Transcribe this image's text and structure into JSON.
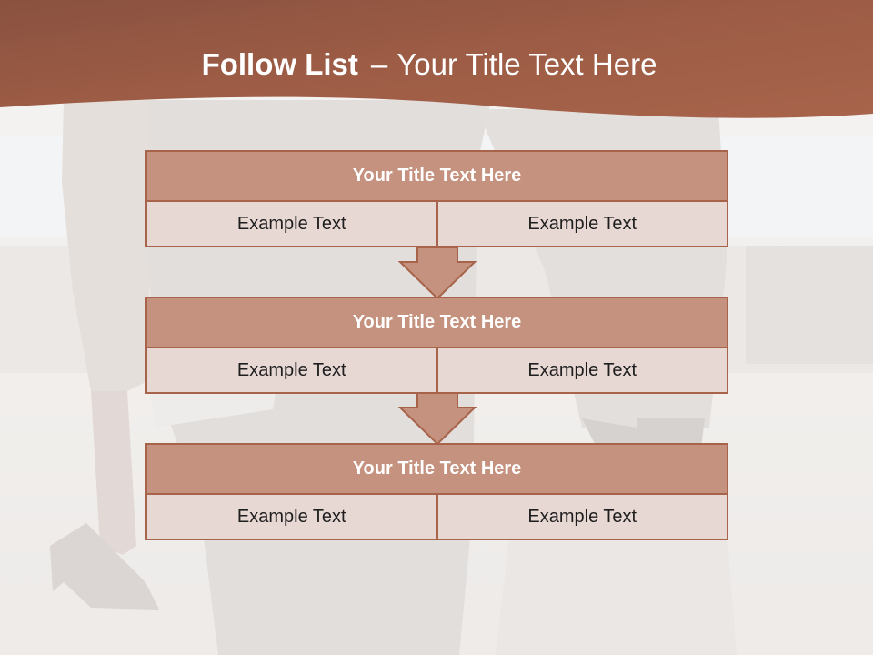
{
  "slide": {
    "title_bold": "Follow List",
    "title_separator": "–",
    "title_rest": "Your Title Text Here",
    "accent_color": "#a8644b",
    "header_color": "#7a4331",
    "title_fill_color": "#c4927e",
    "cell_fill_color": "#e8d8d4"
  },
  "steps": [
    {
      "title": "Your Title Text Here",
      "left": "Example Text",
      "right": "Example Text"
    },
    {
      "title": "Your Title Text Here",
      "left": "Example Text",
      "right": "Example Text"
    },
    {
      "title": "Your Title Text Here",
      "left": "Example Text",
      "right": "Example Text"
    }
  ],
  "icons": {
    "connector": "down-arrow-icon",
    "background": "business-people-photo"
  }
}
